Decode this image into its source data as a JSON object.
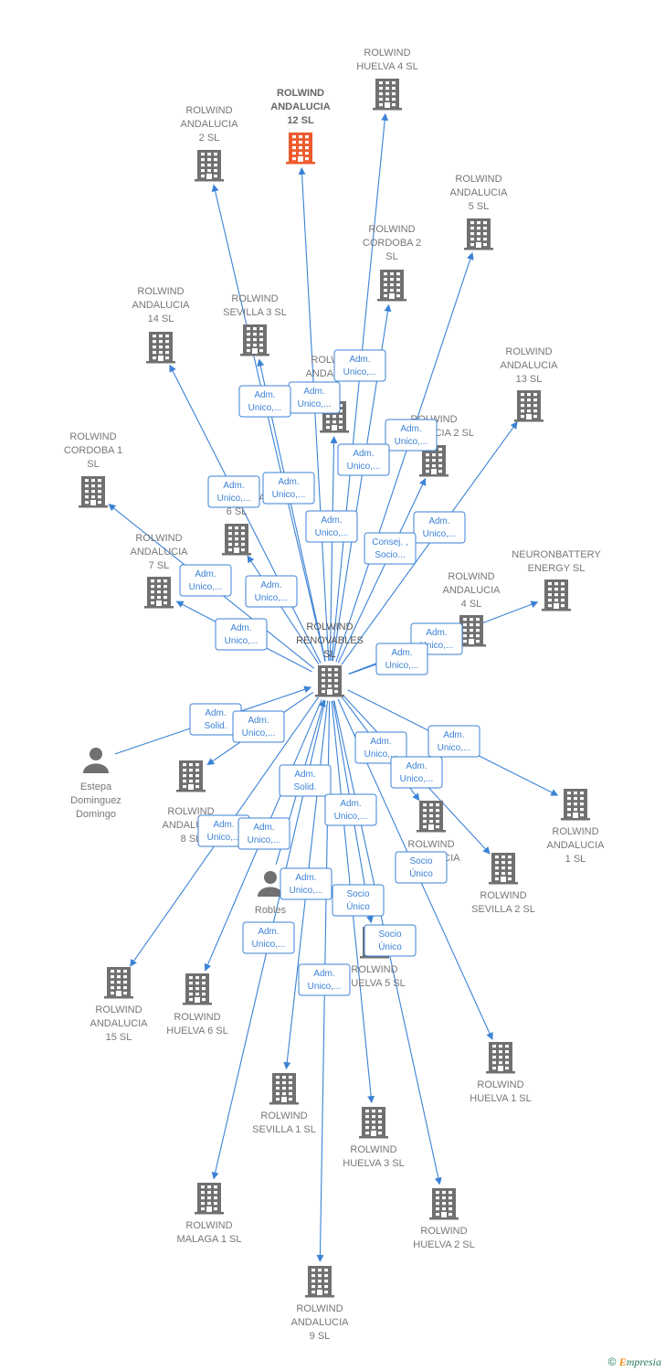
{
  "colors": {
    "edge": "#3b82d6",
    "node": "#707070",
    "focus": "#ee5a2c"
  },
  "center": {
    "id": "renovables",
    "icon": "building-icon",
    "label": [
      "ROLWIND",
      "RENOVABLES",
      "SL"
    ]
  },
  "nodes": [
    {
      "id": "huelva4",
      "icon": "building-icon",
      "label": [
        "ROLWIND",
        "HUELVA 4  SL"
      ]
    },
    {
      "id": "and12",
      "icon": "building-icon",
      "focus": true,
      "label": [
        "ROLWIND",
        "ANDALUCIA",
        "12  SL"
      ]
    },
    {
      "id": "and2",
      "icon": "building-icon",
      "label": [
        "ROLWIND",
        "ANDALUCIA",
        "2  SL"
      ]
    },
    {
      "id": "and5",
      "icon": "building-icon",
      "label": [
        "ROLWIND",
        "ANDALUCIA",
        "5  SL"
      ]
    },
    {
      "id": "cordoba2",
      "icon": "building-icon",
      "label": [
        "ROLWIND",
        "CORDOBA 2",
        "SL"
      ]
    },
    {
      "id": "and14",
      "icon": "building-icon",
      "label": [
        "ROLWIND",
        "ANDALUCIA",
        "14  SL"
      ]
    },
    {
      "id": "sevilla3",
      "icon": "building-icon",
      "label": [
        "ROLWIND",
        "SEVILLA 3  SL"
      ]
    },
    {
      "id": "and13",
      "icon": "building-icon",
      "label": [
        "ROLWIND",
        "ANDALUCIA",
        "13  SL"
      ]
    },
    {
      "id": "andx",
      "icon": "building-icon",
      "label": [
        "ROLWIND",
        "ANDALUCIA",
        "SL"
      ]
    },
    {
      "id": "a2",
      "icon": "building-icon",
      "label": [
        "ROLWIND",
        "ANDALUCIA 2  SL"
      ]
    },
    {
      "id": "cordoba1",
      "icon": "building-icon",
      "label": [
        "ROLWIND",
        "CORDOBA 1",
        "SL"
      ]
    },
    {
      "id": "and6",
      "icon": "building-icon",
      "label": [
        "ROLWIND",
        "ANDALUCIA",
        "6  SL"
      ]
    },
    {
      "id": "and7",
      "icon": "building-icon",
      "label": [
        "ROLWIND",
        "ANDALUCIA",
        "7  SL"
      ]
    },
    {
      "id": "neuron",
      "icon": "building-icon",
      "label": [
        "NEURONBATTERY",
        "ENERGY  SL"
      ]
    },
    {
      "id": "and4",
      "icon": "building-icon",
      "label": [
        "ROLWIND",
        "ANDALUCIA",
        "4  SL"
      ]
    },
    {
      "id": "estepa",
      "icon": "person-icon",
      "label": [
        "Estepa",
        "Dominguez",
        "Domingo"
      ]
    },
    {
      "id": "and8",
      "icon": "building-icon",
      "label": [
        "ROLWIND",
        "ANDALUCIA",
        "8  SL"
      ]
    },
    {
      "id": "and1",
      "icon": "building-icon",
      "label": [
        "ROLWIND",
        "ANDALUCIA",
        "1  SL"
      ]
    },
    {
      "id": "and10",
      "icon": "building-icon",
      "label": [
        "ROLWIND",
        "ANDALUCIA",
        "SL"
      ]
    },
    {
      "id": "sevilla2",
      "icon": "building-icon",
      "label": [
        "ROLWIND",
        "SEVILLA 2  SL"
      ]
    },
    {
      "id": "robles",
      "icon": "person-icon",
      "label": [
        "Robles"
      ]
    },
    {
      "id": "huelva5",
      "icon": "building-icon",
      "label": [
        "ROLWIND",
        "HUELVA 5  SL"
      ]
    },
    {
      "id": "and15",
      "icon": "building-icon",
      "label": [
        "ROLWIND",
        "ANDALUCIA",
        "15  SL"
      ]
    },
    {
      "id": "huelva6",
      "icon": "building-icon",
      "label": [
        "ROLWIND",
        "HUELVA 6  SL"
      ]
    },
    {
      "id": "huelva1",
      "icon": "building-icon",
      "label": [
        "ROLWIND",
        "HUELVA 1  SL"
      ]
    },
    {
      "id": "sevilla1",
      "icon": "building-icon",
      "label": [
        "ROLWIND",
        "SEVILLA 1  SL"
      ]
    },
    {
      "id": "huelva3",
      "icon": "building-icon",
      "label": [
        "ROLWIND",
        "HUELVA 3  SL"
      ]
    },
    {
      "id": "malaga1",
      "icon": "building-icon",
      "label": [
        "ROLWIND",
        "MALAGA 1  SL"
      ]
    },
    {
      "id": "huelva2",
      "icon": "building-icon",
      "label": [
        "ROLWIND",
        "HUELVA 2  SL"
      ]
    },
    {
      "id": "and9",
      "icon": "building-icon",
      "label": [
        "ROLWIND",
        "ANDALUCIA",
        "9  SL"
      ]
    }
  ],
  "relations": [
    {
      "from": "renovables",
      "to": "huelva4",
      "label": [
        "Adm.",
        "Unico,..."
      ]
    },
    {
      "from": "renovables",
      "to": "and12",
      "label": [
        "Adm.",
        "Unico,..."
      ]
    },
    {
      "from": "renovables",
      "to": "and2",
      "label": [
        "Adm.",
        "Unico,..."
      ]
    },
    {
      "from": "renovables",
      "to": "and5",
      "label": [
        "Adm.",
        "Unico,..."
      ]
    },
    {
      "from": "renovables",
      "to": "cordoba2",
      "label": [
        "Adm.",
        "Unico,..."
      ]
    },
    {
      "from": "renovables",
      "to": "and14",
      "label": [
        "Adm.",
        "Unico,..."
      ]
    },
    {
      "from": "renovables",
      "to": "sevilla3",
      "label": [
        "Adm.",
        "Unico,..."
      ]
    },
    {
      "from": "renovables",
      "to": "and13",
      "label": [
        "Adm.",
        "Unico,..."
      ]
    },
    {
      "from": "renovables",
      "to": "andx",
      "label": [
        "Adm.",
        "Unico,..."
      ]
    },
    {
      "from": "renovables",
      "to": "a2",
      "label": [
        "Consej. ,",
        "Socio..."
      ]
    },
    {
      "from": "renovables",
      "to": "cordoba1",
      "label": [
        "Adm.",
        "Unico,..."
      ]
    },
    {
      "from": "renovables",
      "to": "and6",
      "label": [
        "Adm.",
        "Unico,..."
      ]
    },
    {
      "from": "renovables",
      "to": "and7",
      "label": [
        "Adm.",
        "Unico,..."
      ]
    },
    {
      "from": "renovables",
      "to": "neuron",
      "label": [
        "Adm.",
        "Unico,..."
      ]
    },
    {
      "from": "renovables",
      "to": "and4",
      "label": [
        "Adm.",
        "Unico,..."
      ]
    },
    {
      "from": "estepa",
      "to": "renovables",
      "label": [
        "Adm.",
        "Solid."
      ]
    },
    {
      "from": "renovables",
      "to": "and8",
      "label": [
        "Adm.",
        "Unico,..."
      ]
    },
    {
      "from": "renovables",
      "to": "and1",
      "label": [
        "Adm.",
        "Unico,..."
      ]
    },
    {
      "from": "renovables",
      "to": "and10",
      "label": [
        "Adm.",
        "Unico,..."
      ]
    },
    {
      "from": "renovables",
      "to": "sevilla2",
      "label": [
        "Adm.",
        "Unico,..."
      ]
    },
    {
      "from": "robles",
      "to": "renovables",
      "label": [
        "Adm.",
        "Solid."
      ]
    },
    {
      "from": "renovables",
      "to": "huelva5",
      "label": [
        "Adm.",
        "Unico,..."
      ]
    },
    {
      "from": "renovables",
      "to": "and15",
      "label": [
        "Adm.",
        "Unico,..."
      ]
    },
    {
      "from": "renovables",
      "to": "huelva6",
      "label": [
        "Adm.",
        "Unico,..."
      ]
    },
    {
      "from": "renovables",
      "to": "huelva1",
      "label": [
        "Socio",
        "Único"
      ]
    },
    {
      "from": "renovables",
      "to": "sevilla1",
      "label": [
        "Adm.",
        "Unico,..."
      ]
    },
    {
      "from": "renovables",
      "to": "huelva3",
      "label": [
        "Socio",
        "Único"
      ]
    },
    {
      "from": "renovables",
      "to": "malaga1",
      "label": [
        "Adm.",
        "Unico,..."
      ]
    },
    {
      "from": "renovables",
      "to": "huelva2",
      "label": [
        "Socio",
        "Único"
      ]
    },
    {
      "from": "renovables",
      "to": "and9",
      "label": [
        "Adm.",
        "Unico,..."
      ]
    }
  ],
  "footer": {
    "copyright": "©",
    "brand_initial": "E",
    "brand_rest": "mpresia"
  }
}
